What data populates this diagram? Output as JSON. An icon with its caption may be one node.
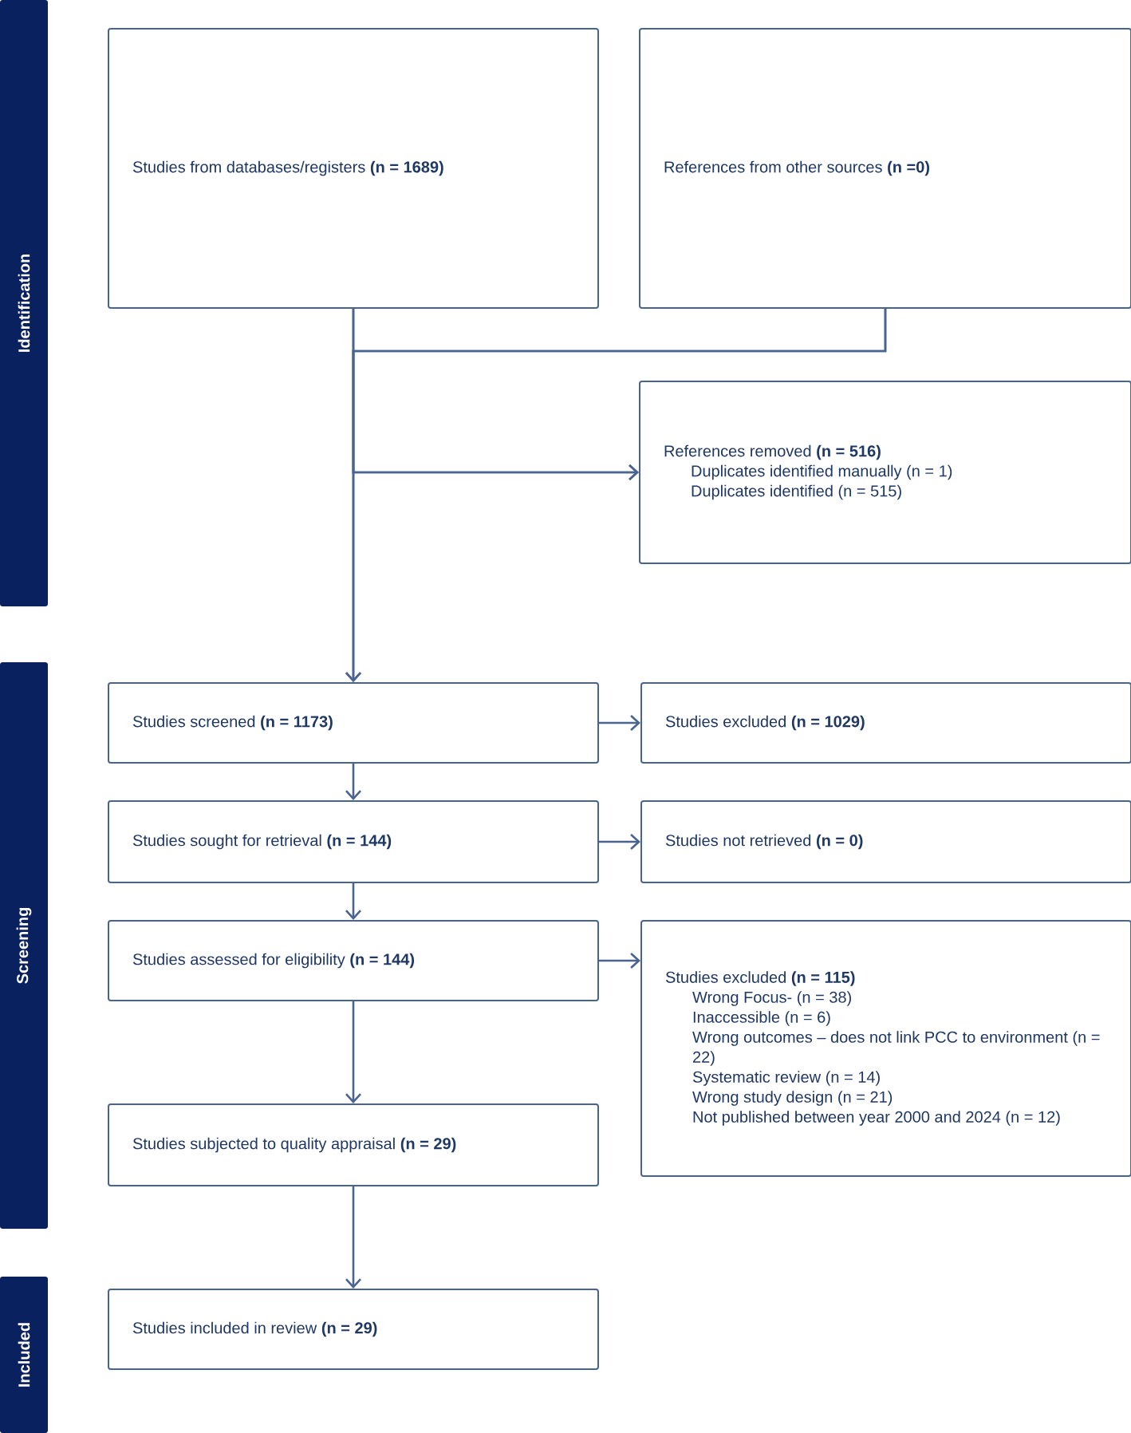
{
  "diagram": {
    "nodes": [
      {
        "text": [
          "Identification"
        ]
      },
      {
        "text": [
          "Screening"
        ]
      },
      {
        "text": [
          "Included"
        ]
      },
      {
        "text": [
          "Studies from databases/registers **(n = 1689)**"
        ]
      },
      {
        "text": [
          "References from other sources **(n =0)**"
        ]
      },
      {
        "text": [
          "References removed **(n = 516)**",
          "Duplicates identified manually (n = 1)",
          "Duplicates identified (n = 515)"
        ]
      },
      {
        "text": [
          "Studies screened **(n = 1173)**"
        ]
      },
      {
        "text": [
          "Studies excluded **(n = 1029)**"
        ]
      },
      {
        "text": [
          "Studies sought for retrieval **(n = 144)**"
        ]
      },
      {
        "text": [
          "Studies not retrieved **(n = 0)**"
        ]
      },
      {
        "text": [
          "Studies assessed for eligibility **(n = 144)**"
        ]
      },
      {
        "text": [
          "Studies excluded **(n = 115)**",
          "Wrong Focus-  (n = 38)",
          "Inaccessible (n = 6)",
          "Wrong outcomes – does not link PCC to environment (n = 22)",
          "Systematic review (n = 14)",
          "Wrong study design (n = 21)",
          "Not published between year 2000 and 2024 (n = 12)"
        ]
      },
      {
        "text": [
          "Studies subjected to quality appraisal **(n = 29)**"
        ]
      },
      {
        "text": [
          "Studies included in review **(n = 29)**"
        ]
      }
    ],
    "edges": [
      {
        "from": 3,
        "to": 6,
        "arrow": "to"
      },
      {
        "from": 4,
        "to": 6,
        "arrow": "to"
      },
      {
        "from": 3,
        "to": 5,
        "arrow": "to"
      },
      {
        "from": 4,
        "to": 5,
        "arrow": "to"
      },
      {
        "from": 6,
        "to": 7,
        "arrow": "to"
      },
      {
        "from": 6,
        "to": 8,
        "arrow": "to"
      },
      {
        "from": 8,
        "to": 9,
        "arrow": "to"
      },
      {
        "from": 8,
        "to": 10,
        "arrow": "to"
      },
      {
        "from": 10,
        "to": 11,
        "arrow": "to"
      },
      {
        "from": 10,
        "to": 12,
        "arrow": "to"
      },
      {
        "from": 12,
        "to": 13,
        "arrow": "to"
      }
    ]
  }
}
